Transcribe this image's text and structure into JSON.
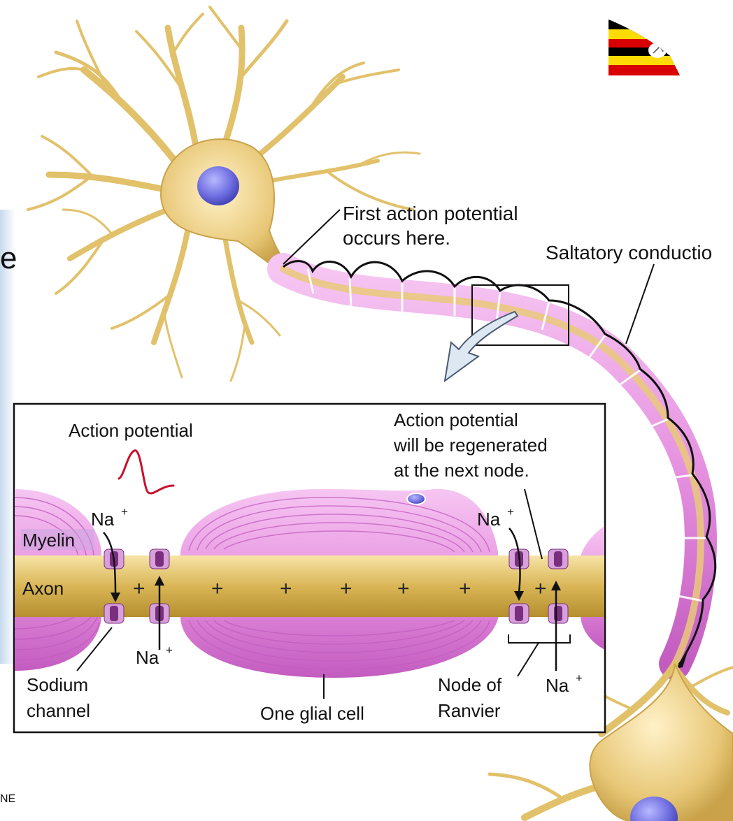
{
  "labels": {
    "first_ap": [
      "First action potential",
      "occurs here."
    ],
    "saltatory": "Saltatory conductio",
    "action_potential": "Action potential",
    "regen": [
      "Action potential",
      "will be regenerated",
      "at the next node."
    ],
    "myelin": "Myelin",
    "axon": "Axon",
    "na": "Na",
    "na_sup": "+",
    "sodium_channel": [
      "Sodium",
      "channel"
    ],
    "glial": "One glial cell",
    "node": [
      "Node of",
      "Ranvier"
    ],
    "edge_left_top": "e",
    "edge_left_bottom": "NE",
    "plus": "+"
  },
  "colors": {
    "neuron_body": "#e8c878",
    "neuron_outline": "#c9a24a",
    "nucleus": "#6e6ee0",
    "myelin": "#e692e0",
    "myelin_dark": "#c35cc0",
    "axon": "#d9b556",
    "channel": "#7a2e7e",
    "ap_trace": "#c8102e",
    "flag_black": "#000000",
    "flag_yellow": "#fcdc04",
    "flag_red": "#d90000",
    "arrow_fill": "#dde8f2"
  },
  "icons": {
    "flag": "uganda-flag-icon",
    "zoom_arrow": "curved-arrow-icon"
  }
}
